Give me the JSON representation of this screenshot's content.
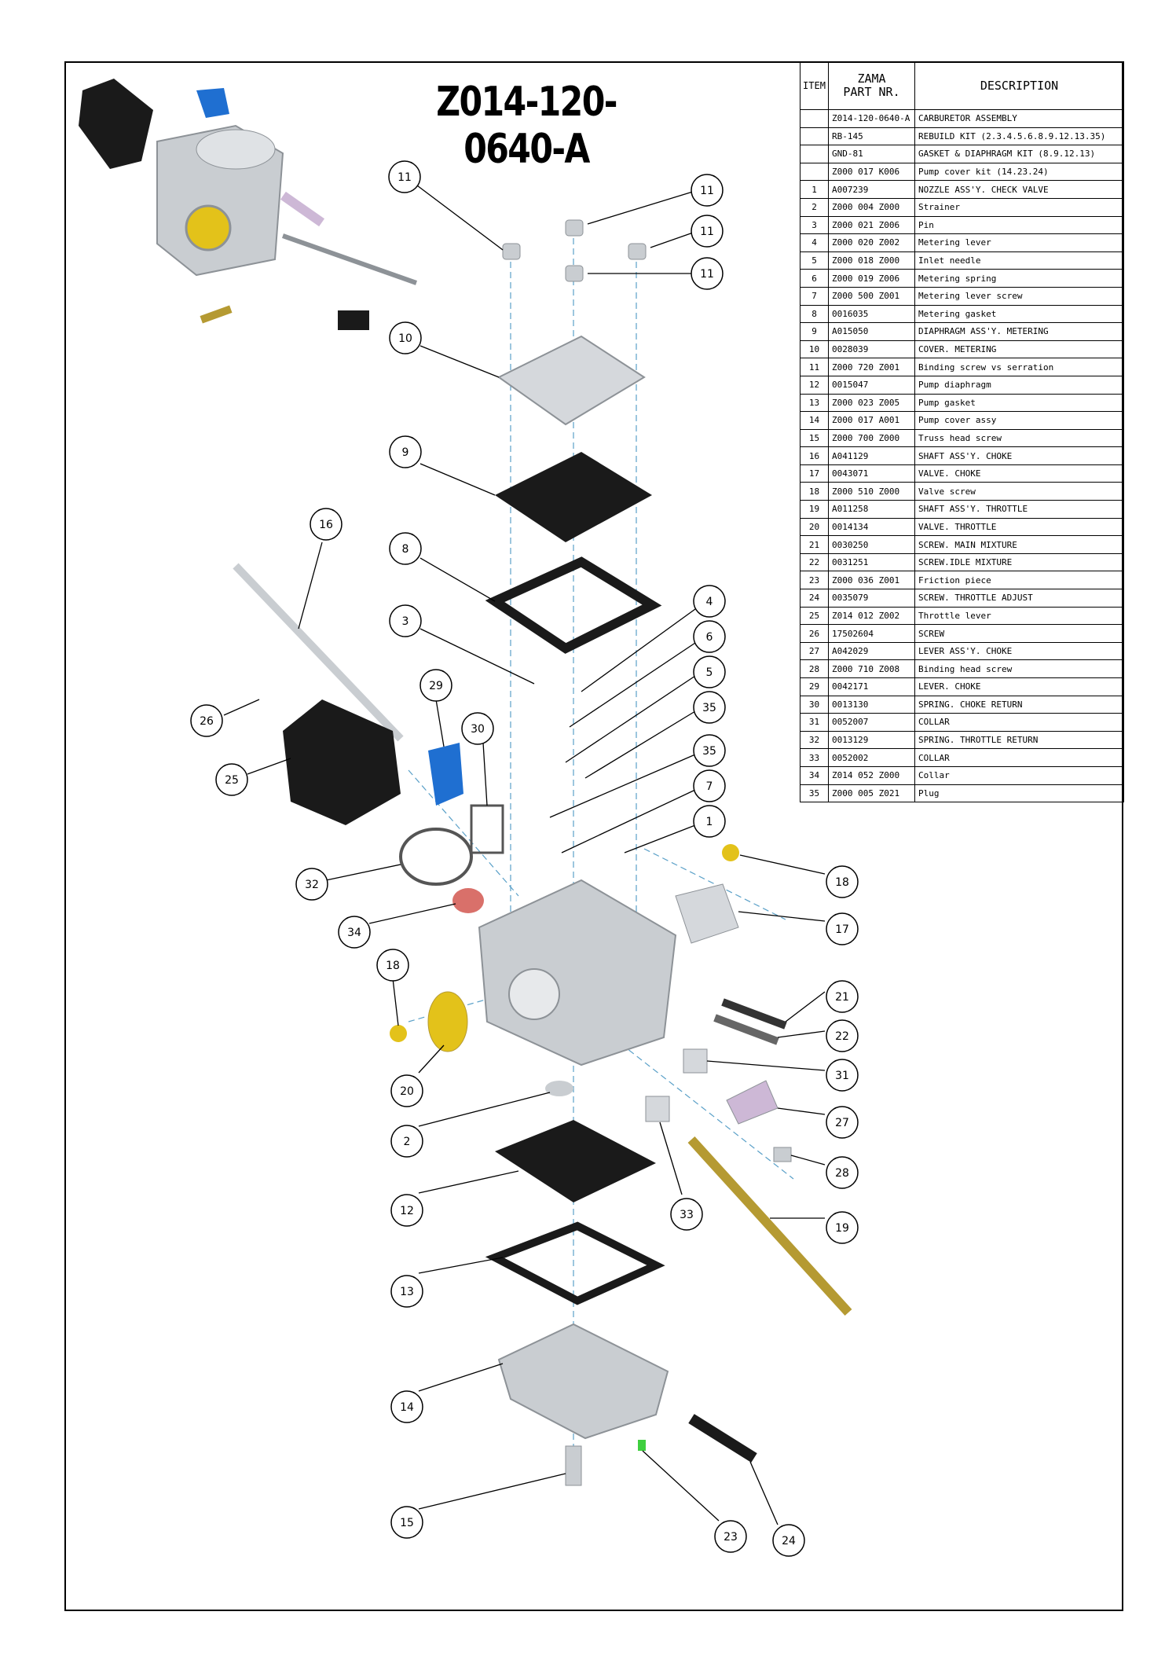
{
  "drawing": {
    "title": "Z014-120-0640-A"
  },
  "table": {
    "headers": {
      "item": "ITEM",
      "part_line1": "ZAMA",
      "part_line2": "PART NR.",
      "description": "DESCRIPTION"
    },
    "rows": [
      {
        "item": "",
        "part": "Z014-120-0640-A",
        "description": "CARBURETOR ASSEMBLY"
      },
      {
        "item": "",
        "part": "RB-145",
        "description": "REBUILD KIT  (2.3.4.5.6.8.9.12.13.35)"
      },
      {
        "item": "",
        "part": "GND-81",
        "description": "GASKET & DIAPHRAGM KIT (8.9.12.13)"
      },
      {
        "item": "",
        "part": "Z000 017 K006",
        "description": "Pump cover kit (14.23.24)"
      },
      {
        "item": "1",
        "part": "A007239",
        "description": "NOZZLE ASS'Y. CHECK VALVE"
      },
      {
        "item": "2",
        "part": "Z000 004 Z000",
        "description": "Strainer"
      },
      {
        "item": "3",
        "part": "Z000 021 Z006",
        "description": "Pin"
      },
      {
        "item": "4",
        "part": "Z000 020 Z002",
        "description": "Metering lever"
      },
      {
        "item": "5",
        "part": "Z000 018 Z000",
        "description": "Inlet needle"
      },
      {
        "item": "6",
        "part": "Z000 019 Z006",
        "description": "Metering spring"
      },
      {
        "item": "7",
        "part": "Z000 500 Z001",
        "description": "Metering lever screw"
      },
      {
        "item": "8",
        "part": "0016035",
        "description": "Metering gasket"
      },
      {
        "item": "9",
        "part": "A015050",
        "description": "DIAPHRAGM ASS'Y. METERING"
      },
      {
        "item": "10",
        "part": "0028039",
        "description": "COVER. METERING"
      },
      {
        "item": "11",
        "part": "Z000 720 Z001",
        "description": "Binding screw vs serration"
      },
      {
        "item": "12",
        "part": "0015047",
        "description": "Pump diaphragm"
      },
      {
        "item": "13",
        "part": "Z000 023 Z005",
        "description": "Pump gasket"
      },
      {
        "item": "14",
        "part": "Z000 017 A001",
        "description": "Pump cover assy"
      },
      {
        "item": "15",
        "part": "Z000 700 Z000",
        "description": "Truss head screw"
      },
      {
        "item": "16",
        "part": "A041129",
        "description": "SHAFT ASS'Y. CHOKE"
      },
      {
        "item": "17",
        "part": "0043071",
        "description": "VALVE. CHOKE"
      },
      {
        "item": "18",
        "part": "Z000 510 Z000",
        "description": "Valve screw"
      },
      {
        "item": "19",
        "part": "A011258",
        "description": "SHAFT ASS'Y. THROTTLE"
      },
      {
        "item": "20",
        "part": "0014134",
        "description": "VALVE. THROTTLE"
      },
      {
        "item": "21",
        "part": "0030250",
        "description": "SCREW. MAIN MIXTURE"
      },
      {
        "item": "22",
        "part": "0031251",
        "description": "SCREW.IDLE MIXTURE"
      },
      {
        "item": "23",
        "part": "Z000 036 Z001",
        "description": "Friction piece"
      },
      {
        "item": "24",
        "part": "0035079",
        "description": "SCREW. THROTTLE ADJUST"
      },
      {
        "item": "25",
        "part": "Z014 012 Z002",
        "description": "Throttle lever"
      },
      {
        "item": "26",
        "part": "17502604",
        "description": "SCREW"
      },
      {
        "item": "27",
        "part": "A042029",
        "description": "LEVER ASS'Y. CHOKE"
      },
      {
        "item": "28",
        "part": "Z000 710 Z008",
        "description": "Binding head screw"
      },
      {
        "item": "29",
        "part": "0042171",
        "description": "LEVER. CHOKE"
      },
      {
        "item": "30",
        "part": "0013130",
        "description": "SPRING. CHOKE RETURN"
      },
      {
        "item": "31",
        "part": "0052007",
        "description": "COLLAR"
      },
      {
        "item": "32",
        "part": "0013129",
        "description": "SPRING. THROTTLE RETURN"
      },
      {
        "item": "33",
        "part": "0052002",
        "description": "COLLAR"
      },
      {
        "item": "34",
        "part": "Z014 052 Z000",
        "description": "Collar"
      },
      {
        "item": "35",
        "part": "Z000 005 Z021",
        "description": "Plug"
      }
    ]
  },
  "callouts": [
    {
      "label": "11"
    },
    {
      "label": "11"
    },
    {
      "label": "11"
    },
    {
      "label": "11"
    },
    {
      "label": "10"
    },
    {
      "label": "9"
    },
    {
      "label": "16"
    },
    {
      "label": "8"
    },
    {
      "label": "3"
    },
    {
      "label": "4"
    },
    {
      "label": "6"
    },
    {
      "label": "5"
    },
    {
      "label": "35"
    },
    {
      "label": "35"
    },
    {
      "label": "7"
    },
    {
      "label": "1"
    },
    {
      "label": "29"
    },
    {
      "label": "30"
    },
    {
      "label": "26"
    },
    {
      "label": "25"
    },
    {
      "label": "32"
    },
    {
      "label": "34"
    },
    {
      "label": "18"
    },
    {
      "label": "17"
    },
    {
      "label": "18"
    },
    {
      "label": "21"
    },
    {
      "label": "22"
    },
    {
      "label": "31"
    },
    {
      "label": "20"
    },
    {
      "label": "2"
    },
    {
      "label": "27"
    },
    {
      "label": "28"
    },
    {
      "label": "12"
    },
    {
      "label": "33"
    },
    {
      "label": "19"
    },
    {
      "label": "13"
    },
    {
      "label": "14"
    },
    {
      "label": "15"
    },
    {
      "label": "23"
    },
    {
      "label": "24"
    }
  ],
  "colors": {
    "body_metal": "#c9cdd1",
    "metal_dark": "#8d9297",
    "choke_lever_blue": "#1f6fd1",
    "throttle_lever_black": "#1a1a1a",
    "brass": "#b59a32",
    "yellow_valve": "#e3c21a",
    "collar_red": "#d9706a",
    "choke_lever_pink": "#cdb8d6",
    "friction_green": "#3fcf3f",
    "axis_line": "#5aa0c8"
  }
}
